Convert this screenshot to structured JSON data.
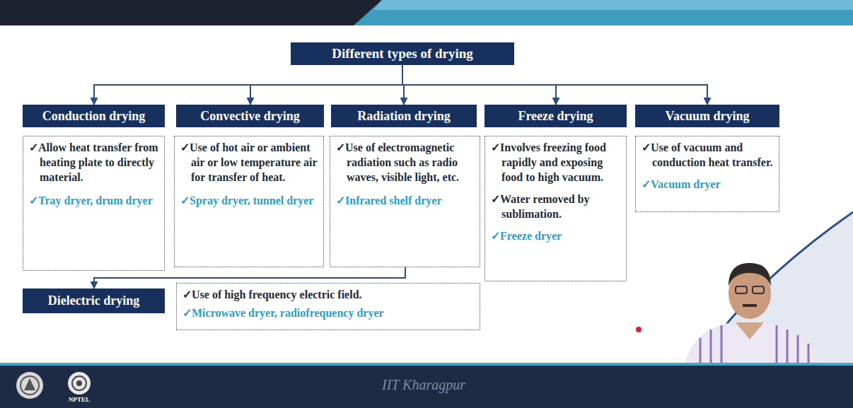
{
  "diagram": {
    "nodes": [
      {
        "text": [
          "Different types of drying"
        ]
      },
      {
        "text": [
          "Conduction drying"
        ]
      },
      {
        "text": [
          "Convective drying"
        ]
      },
      {
        "text": [
          "Radiation drying"
        ]
      },
      {
        "text": [
          "Freeze drying"
        ]
      },
      {
        "text": [
          "Vacuum drying"
        ]
      },
      {
        "text": [
          "✓Allow heat transfer from heating plate to directly material.",
          "✓Tray dryer, drum dryer"
        ]
      },
      {
        "text": [
          "✓Use of hot air or ambient air or low temperature air for transfer of heat.",
          "✓Spray dryer, tunnel dryer"
        ]
      },
      {
        "text": [
          "✓Use of electromagnetic radiation such as radio waves, visible light, etc.",
          "✓Infrared shelf dryer"
        ]
      },
      {
        "text": [
          "✓Involves freezing food rapidly and exposing food to high vacuum.",
          "✓Water removed by sublimation.",
          "✓Freeze dryer"
        ]
      },
      {
        "text": [
          "✓Use of vacuum and conduction heat transfer.",
          "✓Vacuum dryer"
        ]
      },
      {
        "text": [
          "Dielectric drying"
        ]
      },
      {
        "text": [
          "✓Use of high frequency electric field.",
          "✓Microwave dryer, radiofrequency dryer"
        ]
      }
    ],
    "edges": [
      {
        "from": 0,
        "to": 1,
        "arrow": "to"
      },
      {
        "from": 0,
        "to": 2,
        "arrow": "to"
      },
      {
        "from": 0,
        "to": 3,
        "arrow": "to"
      },
      {
        "from": 0,
        "to": 4,
        "arrow": "to"
      },
      {
        "from": 0,
        "to": 5,
        "arrow": "to"
      },
      {
        "from": 8,
        "to": 11,
        "arrow": "to"
      }
    ],
    "labels": [
      "NPTEL",
      "IIT Kharagpur"
    ]
  }
}
